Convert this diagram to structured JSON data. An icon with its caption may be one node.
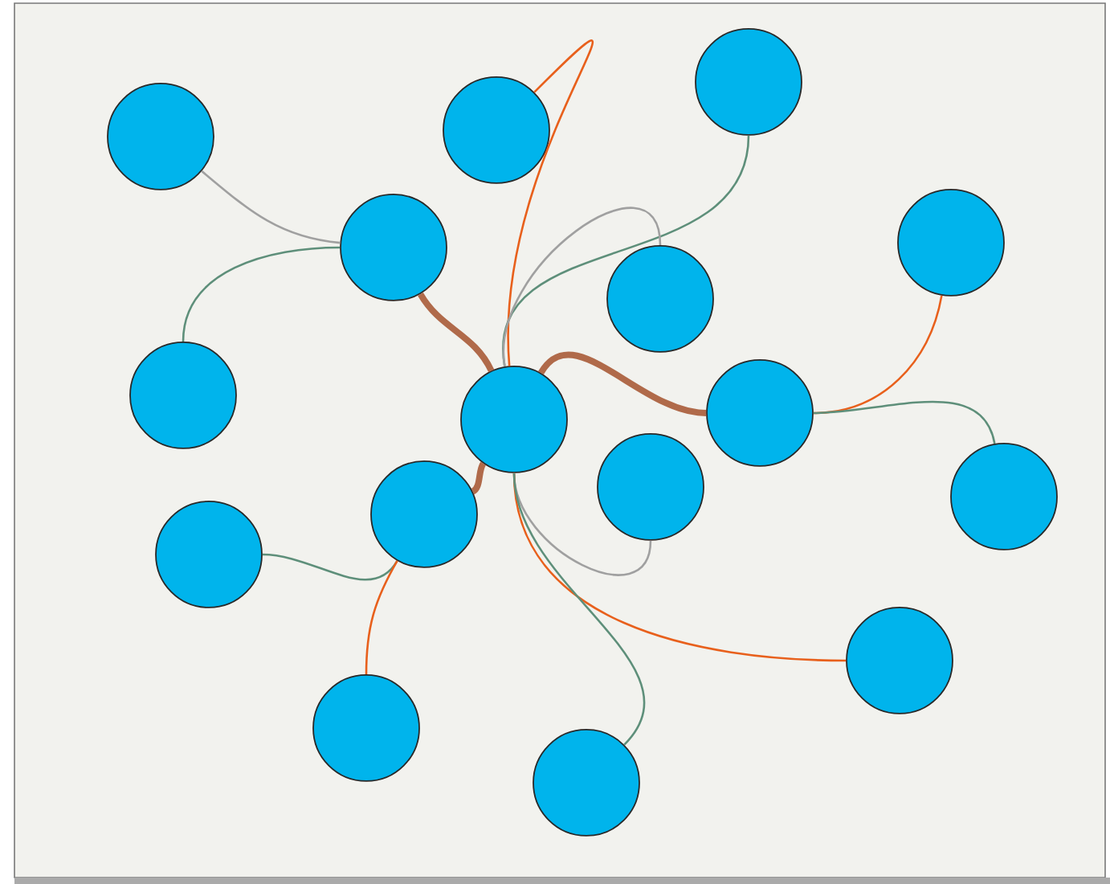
{
  "diagram": {
    "nodes": [
      {
        "text": [],
        "shape": "circle"
      },
      {
        "text": [],
        "shape": "circle"
      },
      {
        "text": [],
        "shape": "circle"
      },
      {
        "text": [],
        "shape": "circle"
      },
      {
        "text": [],
        "shape": "circle"
      },
      {
        "text": [],
        "shape": "circle"
      },
      {
        "text": [],
        "shape": "circle"
      },
      {
        "text": [],
        "shape": "circle"
      },
      {
        "text": [],
        "shape": "circle"
      },
      {
        "text": [],
        "shape": "circle"
      },
      {
        "text": [],
        "shape": "circle"
      },
      {
        "text": [],
        "shape": "circle"
      },
      {
        "text": [],
        "shape": "circle"
      },
      {
        "text": [],
        "shape": "circle"
      },
      {
        "text": [],
        "shape": "circle"
      },
      {
        "text": [],
        "shape": "circle"
      }
    ],
    "edges": [
      {
        "from": 7,
        "to": 3,
        "arrow": "none",
        "style": "thick",
        "color": "#b06a4a"
      },
      {
        "from": 3,
        "to": 0,
        "arrow": "none",
        "color": "#a0a0a0"
      },
      {
        "from": 3,
        "to": 6,
        "arrow": "none",
        "color": "#5e8f7a"
      },
      {
        "from": 7,
        "to": 1,
        "arrow": "none",
        "color": "#e8601c"
      },
      {
        "from": 7,
        "to": 2,
        "arrow": "none",
        "color": "#5e8f7a"
      },
      {
        "from": 7,
        "to": 5,
        "arrow": "none",
        "color": "#a0a0a0"
      },
      {
        "from": 7,
        "to": 8,
        "arrow": "none",
        "style": "thick",
        "color": "#b06a4a"
      },
      {
        "from": 8,
        "to": 4,
        "arrow": "none",
        "color": "#e8601c"
      },
      {
        "from": 8,
        "to": 9,
        "arrow": "none",
        "color": "#5e8f7a"
      },
      {
        "from": 7,
        "to": 12,
        "arrow": "none",
        "style": "thick",
        "color": "#b06a4a"
      },
      {
        "from": 12,
        "to": 11,
        "arrow": "none",
        "color": "#5e8f7a"
      },
      {
        "from": 12,
        "to": 14,
        "arrow": "none",
        "color": "#e8601c"
      },
      {
        "from": 7,
        "to": 10,
        "arrow": "none",
        "color": "#a0a0a0"
      },
      {
        "from": 7,
        "to": 13,
        "arrow": "none",
        "color": "#e8601c"
      },
      {
        "from": 7,
        "to": 15,
        "arrow": "none",
        "color": "#5e8f7a"
      }
    ]
  }
}
